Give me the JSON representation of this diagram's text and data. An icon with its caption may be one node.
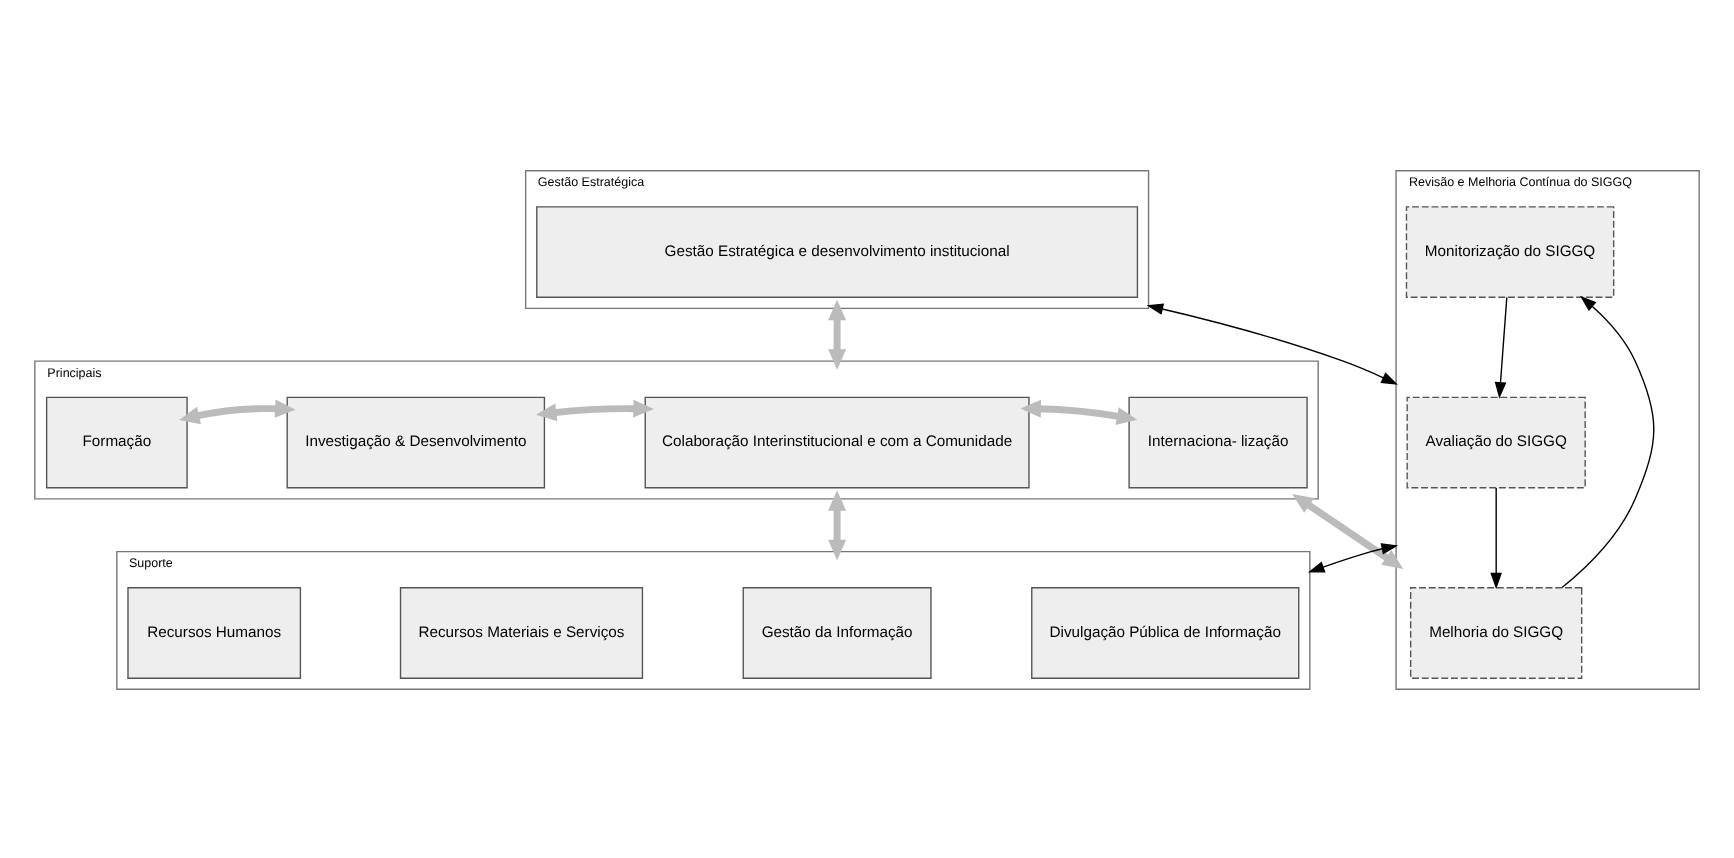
{
  "diagram": {
    "nodes": [
      {
        "text": [
          "Gestão Estratégica"
        ]
      },
      {
        "text": [
          "Gestão Estratégica e desenvolvimento institucional"
        ],
        "in": 0
      },
      {
        "text": [
          "Principais"
        ]
      },
      {
        "text": [
          "Formação"
        ],
        "in": 2
      },
      {
        "text": [
          "Investigação & Desenvolvimento"
        ],
        "in": 2
      },
      {
        "text": [
          "Colaboração Interinstitucional e com a Comunidade"
        ],
        "in": 2
      },
      {
        "text": [
          "Internaciona- lização"
        ],
        "in": 2
      },
      {
        "text": [
          "Suporte"
        ]
      },
      {
        "text": [
          "Recursos Humanos"
        ],
        "in": 7
      },
      {
        "text": [
          "Recursos Materiais e Serviços"
        ],
        "in": 7
      },
      {
        "text": [
          "Gestão da Informação"
        ],
        "in": 7
      },
      {
        "text": [
          "Divulgação Pública de Informação"
        ],
        "in": 7
      },
      {
        "text": [
          "Revisão e Melhoria Contínua do SIGGQ"
        ]
      },
      {
        "text": [
          "Monitorização do SIGGQ"
        ],
        "in": 12
      },
      {
        "text": [
          "Avaliação do SIGGQ"
        ],
        "in": 12
      },
      {
        "text": [
          "Melhoria do SIGGQ"
        ],
        "in": 12
      }
    ],
    "edges": [
      {
        "from": 0,
        "to": 2,
        "arrow": "both"
      },
      {
        "from": 2,
        "to": 7,
        "arrow": "both"
      },
      {
        "from": 3,
        "to": 4,
        "arrow": "both"
      },
      {
        "from": 4,
        "to": 5,
        "arrow": "both"
      },
      {
        "from": 5,
        "to": 6,
        "arrow": "both"
      },
      {
        "from": 2,
        "to": 12,
        "arrow": "both"
      },
      {
        "from": 0,
        "to": 12,
        "arrow": "both",
        "color": "#000000"
      },
      {
        "from": 7,
        "to": 12,
        "arrow": "both",
        "color": "#000000"
      },
      {
        "from": 13,
        "to": 14,
        "arrow": "to",
        "color": "#000000"
      },
      {
        "from": 14,
        "to": 15,
        "arrow": "to",
        "color": "#000000"
      },
      {
        "from": 15,
        "to": 13,
        "arrow": "to",
        "color": "#000000"
      }
    ]
  }
}
